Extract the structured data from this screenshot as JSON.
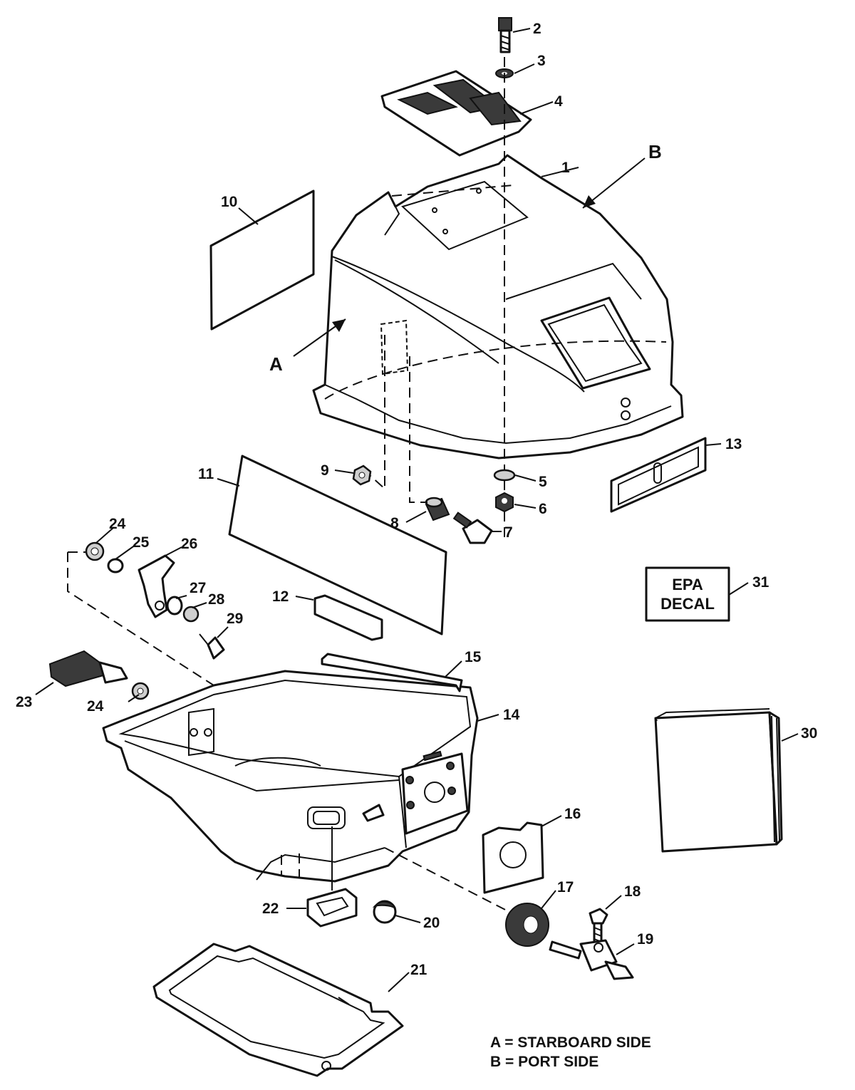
{
  "callouts": [
    {
      "id": "1",
      "label": "1"
    },
    {
      "id": "2",
      "label": "2"
    },
    {
      "id": "3",
      "label": "3"
    },
    {
      "id": "4",
      "label": "4"
    },
    {
      "id": "5",
      "label": "5"
    },
    {
      "id": "6",
      "label": "6"
    },
    {
      "id": "7",
      "label": "7"
    },
    {
      "id": "8",
      "label": "8"
    },
    {
      "id": "9",
      "label": "9"
    },
    {
      "id": "10",
      "label": "10"
    },
    {
      "id": "11",
      "label": "11"
    },
    {
      "id": "12",
      "label": "12"
    },
    {
      "id": "13",
      "label": "13"
    },
    {
      "id": "14",
      "label": "14"
    },
    {
      "id": "15",
      "label": "15"
    },
    {
      "id": "16",
      "label": "16"
    },
    {
      "id": "17",
      "label": "17"
    },
    {
      "id": "18",
      "label": "18"
    },
    {
      "id": "19",
      "label": "19"
    },
    {
      "id": "20",
      "label": "20"
    },
    {
      "id": "21",
      "label": "21"
    },
    {
      "id": "22",
      "label": "22"
    },
    {
      "id": "23",
      "label": "23"
    },
    {
      "id": "24a",
      "label": "24"
    },
    {
      "id": "24b",
      "label": "24"
    },
    {
      "id": "25",
      "label": "25"
    },
    {
      "id": "26",
      "label": "26"
    },
    {
      "id": "27",
      "label": "27"
    },
    {
      "id": "28",
      "label": "28"
    },
    {
      "id": "29",
      "label": "29"
    },
    {
      "id": "30",
      "label": "30"
    },
    {
      "id": "31",
      "label": "31"
    }
  ],
  "view_labels": {
    "a": "A",
    "b": "B"
  },
  "epa_decal": {
    "line1": "EPA",
    "line2": "DECAL"
  },
  "legend": {
    "line1": "A = STARBOARD SIDE",
    "line2": "B = PORT SIDE"
  }
}
